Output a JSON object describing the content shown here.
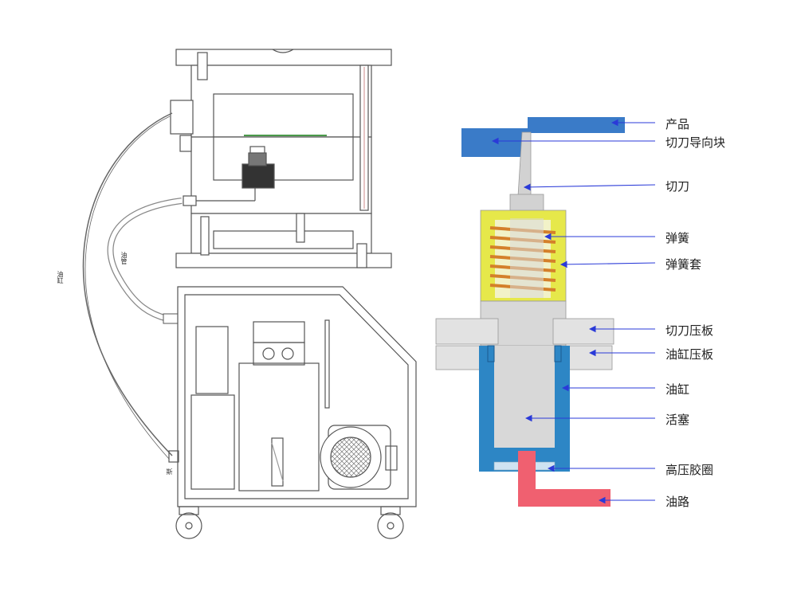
{
  "labels": {
    "product": "产品",
    "cutter_guide_block": "切刀导向块",
    "cutter": "切刀",
    "spring": "弹簧",
    "spring_sleeve": "弹簧套",
    "cutter_plate": "切刀压板",
    "cylinder_plate": "油缸压板",
    "cylinder": "油缸",
    "piston": "活塞",
    "seal_ring": "高压胶圈",
    "oil_path": "油路"
  },
  "machine": {
    "hose_label_outer": "油缸",
    "hose_label_inner": "油管",
    "side_mark": "斯"
  },
  "colors": {
    "product": "#3a7bc8",
    "cutter": "#d2d2d2",
    "spring_sleeve": "#e6e84a",
    "spring": "#d4802a",
    "plates": "#e2e2e2",
    "cylinder": "#2d86c5",
    "piston": "#d8d8d8",
    "oil_path": "#f06070",
    "arrow": "#2a3ad8",
    "line": "#555555"
  }
}
